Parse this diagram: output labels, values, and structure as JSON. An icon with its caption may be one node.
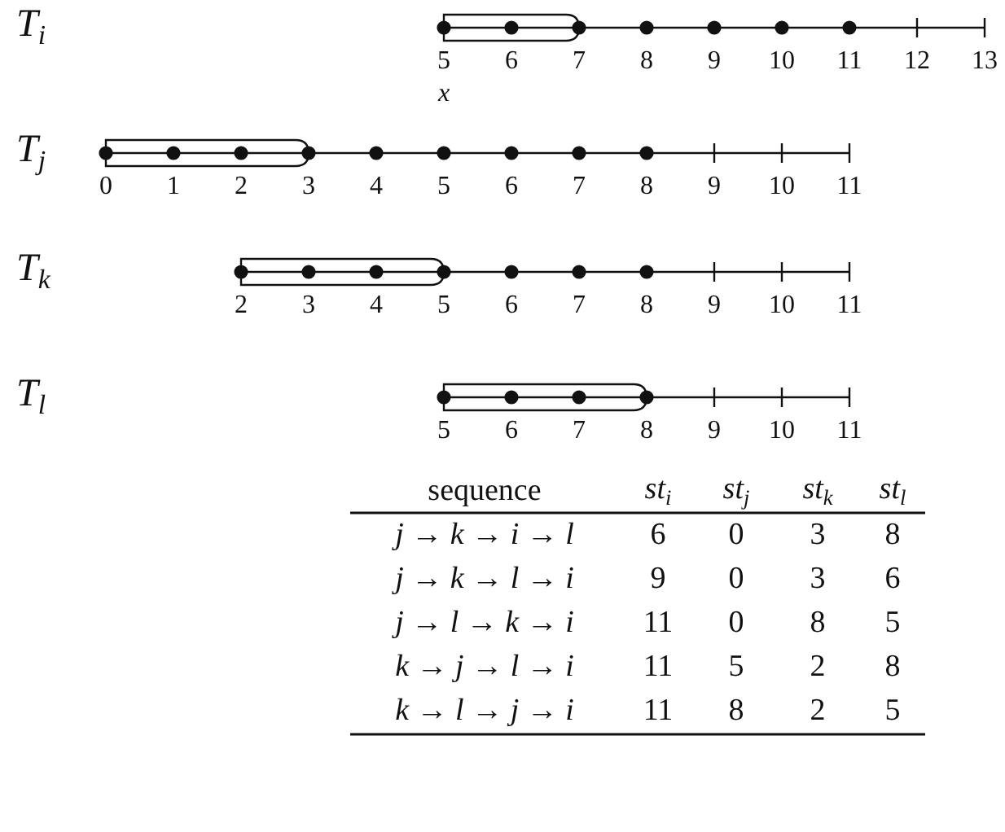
{
  "diagram": {
    "labels": [
      "T$_{i}$",
      "5",
      "6",
      "7",
      "8",
      "9",
      "10",
      "11",
      "12",
      "13",
      "x",
      "T$_{j}$",
      "0",
      "1",
      "2",
      "3",
      "4",
      "5",
      "6",
      "7",
      "8",
      "9",
      "10",
      "11",
      "T$_{k}$",
      "2",
      "3",
      "4",
      "5",
      "6",
      "7",
      "8",
      "9",
      "10",
      "11",
      "T$_{l}$",
      "5",
      "6",
      "7",
      "8",
      "9",
      "10",
      "11",
      "sequence",
      "st$_{i}$",
      "st$_{j}$",
      "st$_{k}$",
      "st$_{l}$",
      "*j* → *k* → *i* → *l*",
      "6",
      "0",
      "3",
      "8",
      "*j* → *k* → *l* → *i*",
      "9",
      "0",
      "3",
      "6",
      "*j* → *l* → *k* → *i*",
      "11",
      "0",
      "8",
      "5",
      "*k* → *j* → *l* → *i*",
      "11",
      "5",
      "2",
      "8",
      "*k* → *l* → *j* → *i*",
      "11",
      "8",
      "2",
      "5"
    ]
  }
}
